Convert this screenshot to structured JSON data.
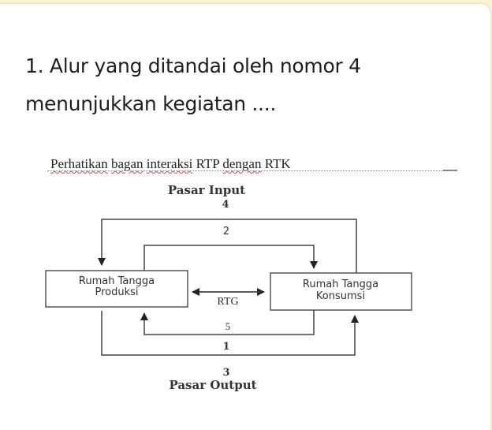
{
  "question": {
    "number": "1.",
    "line1": "1. Alur yang ditandai oleh nomor 4",
    "line2": "menunjukkan kegiatan ...."
  },
  "figure": {
    "caption_words": [
      "Perhatikan",
      "bagan",
      "interaksi",
      "RTP",
      "dengan",
      "RTK"
    ],
    "caption": "Perhatikan bagan interaksi RTP dengan RTK",
    "top_market_label": "Pasar Input",
    "bottom_market_label": "Pasar Output",
    "rtp_box": {
      "line1": "Rumah Tangga",
      "line2": "Produksi"
    },
    "rtk_box": {
      "line1": "Rumah Tangga",
      "line2": "Konsumsi"
    },
    "rtg_label": "RTG",
    "flow_numbers": {
      "outer_top": "4",
      "inner_top": "2",
      "inner_bottom": "5",
      "outer_bottom": "1",
      "bottom_market": "3"
    }
  },
  "colors": {
    "background_top": "#fdf3d6",
    "card": "#ffffff",
    "text": "#1e1e1e",
    "diagram_lines": "#444444",
    "spellcheck_underline": "#dd4444"
  }
}
